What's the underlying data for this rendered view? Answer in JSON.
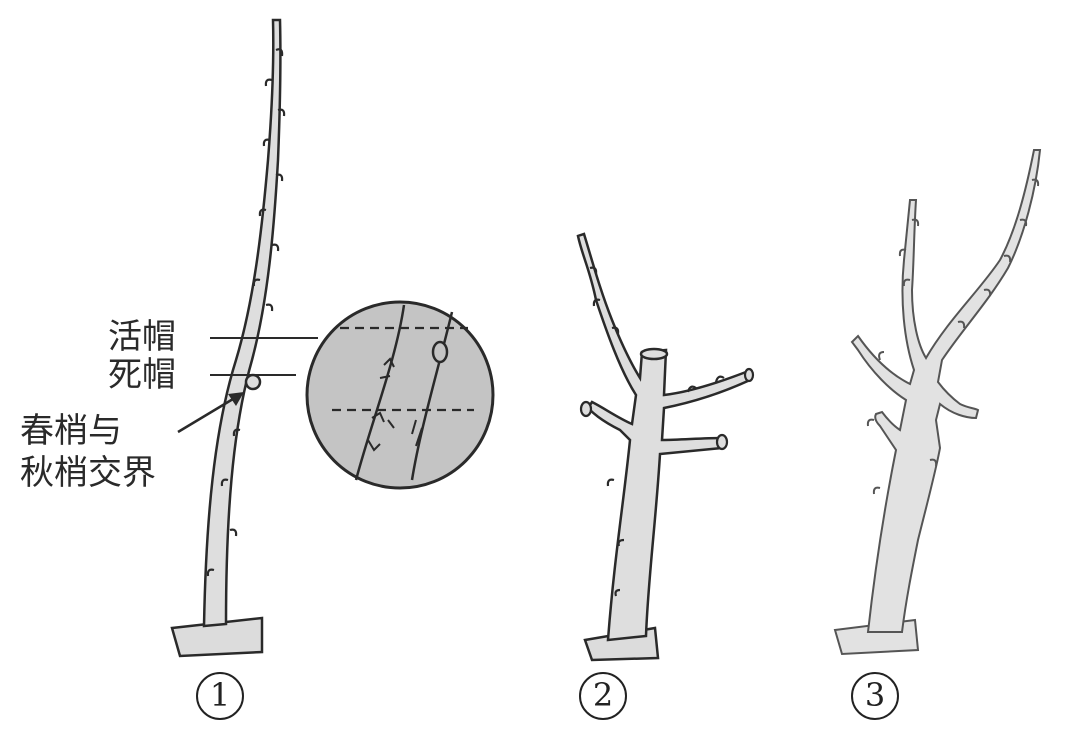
{
  "labels": {
    "live_cap": "活帽",
    "dead_cap": "死帽",
    "junction_line1": "春梢与",
    "junction_line2": "秋梢交界"
  },
  "figures": [
    {
      "number": "1",
      "name": "figure-1"
    },
    {
      "number": "2",
      "name": "figure-2"
    },
    {
      "number": "3",
      "name": "figure-3"
    }
  ],
  "colors": {
    "ink": "#2a2a2a",
    "bark": "#d9d9d9",
    "magnifier": "#c4c4c4"
  }
}
